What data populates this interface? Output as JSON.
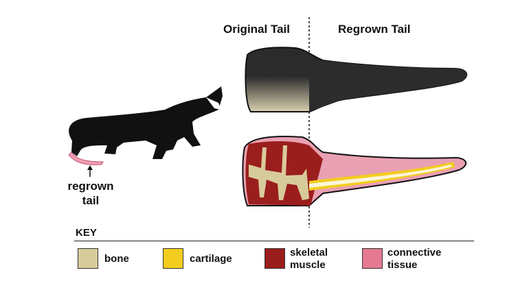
{
  "headings": {
    "original": "Original Tail",
    "regrown": "Regrown Tail"
  },
  "annotation": {
    "line1": "regrown",
    "line2": "tail"
  },
  "key": {
    "title": "KEY",
    "items": [
      {
        "line1": "bone",
        "line2": "",
        "color": "#d8cb9b"
      },
      {
        "line1": "cartilage",
        "line2": "",
        "color": "#f2cd1f"
      },
      {
        "line1": "skeletal",
        "line2": "muscle",
        "color": "#9a1e1c"
      },
      {
        "line1": "connective",
        "line2": "tissue",
        "color": "#e37a92"
      }
    ]
  }
}
